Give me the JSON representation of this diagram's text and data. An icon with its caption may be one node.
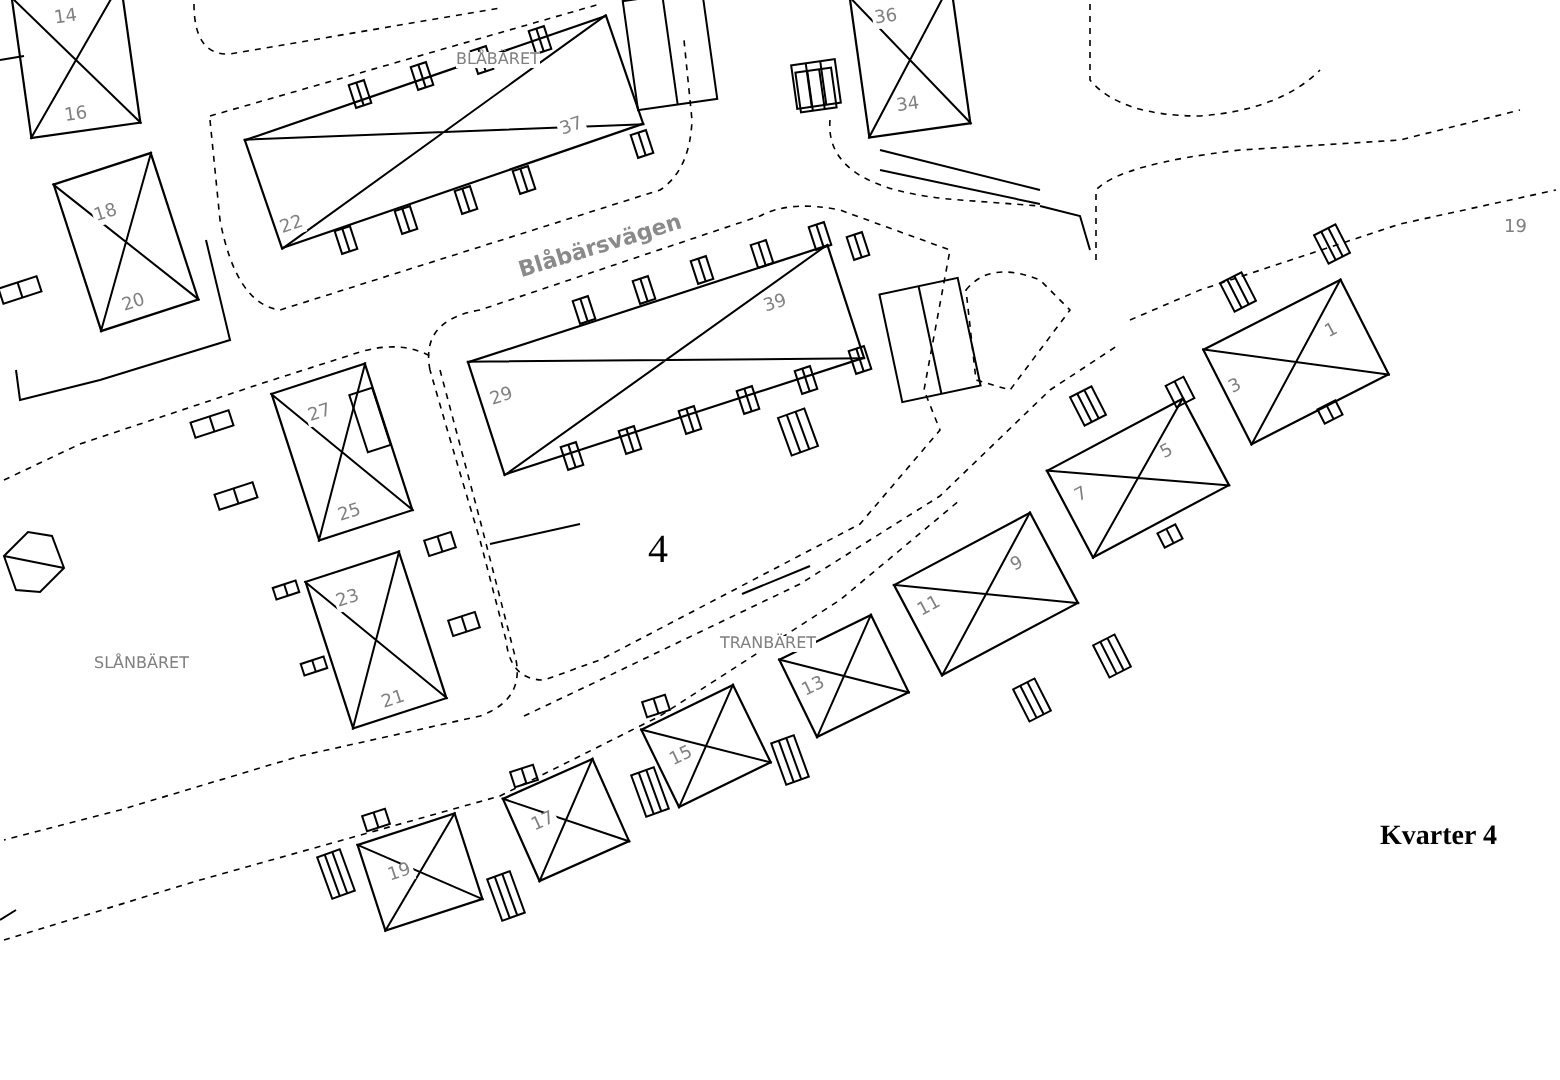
{
  "diagram": {
    "nodes": [
      {
        "text": [
          "14",
          "16"
        ]
      },
      {
        "text": [
          "36",
          "34"
        ]
      },
      {
        "text": [
          "37",
          "22"
        ]
      },
      {
        "text": [
          "18",
          "20"
        ]
      },
      {
        "text": [
          "39",
          "29"
        ]
      },
      {
        "text": [
          "1",
          "3"
        ]
      },
      {
        "text": [
          "27",
          "25"
        ]
      },
      {
        "text": [
          "5",
          "7"
        ]
      },
      {
        "text": [
          "9",
          "11"
        ]
      },
      {
        "text": [
          "23",
          "21"
        ]
      },
      {
        "text": [
          "13"
        ]
      },
      {
        "text": [
          "15"
        ]
      },
      {
        "text": [
          "17"
        ]
      },
      {
        "text": [
          "19"
        ]
      }
    ],
    "labels": [
      "BLÅBÄRET",
      "Blåbärsvägen",
      "19",
      "4",
      "SLÅNBÄRET",
      "TRANBÄRET",
      "Kvarter 4"
    ]
  }
}
